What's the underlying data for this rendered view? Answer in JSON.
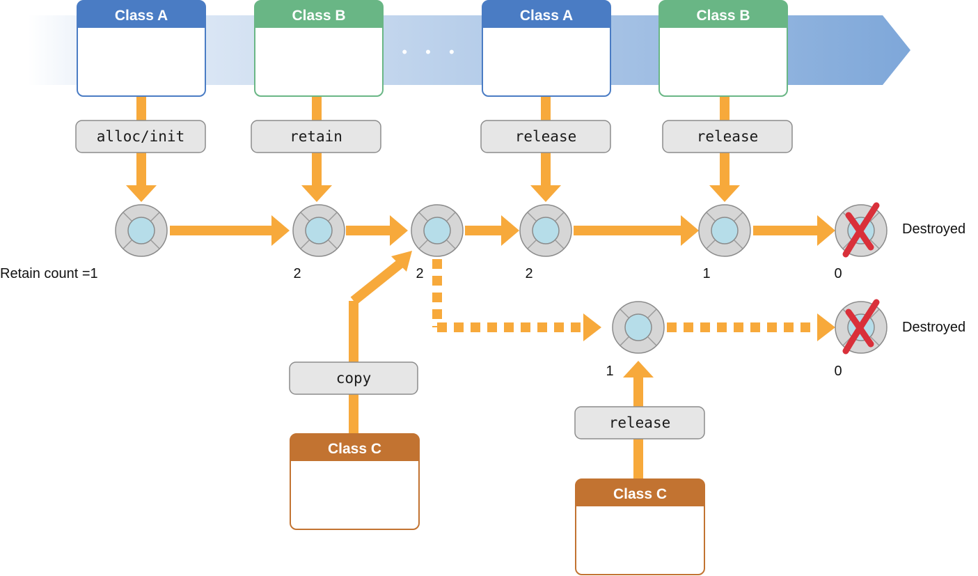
{
  "colors": {
    "classA": "#4a7cc4",
    "classB": "#69b685",
    "classC": "#c27331",
    "arrow": "#f7a93b",
    "methodFill": "#e6e6e6",
    "methodStroke": "#8c8c8c",
    "nodeOuter": "#d6d6d6",
    "nodeInner": "#b6dde9",
    "cross": "#d9303a",
    "band": "#7ea7d9"
  },
  "timeline": {
    "ellipsis": "• • •"
  },
  "classes": [
    {
      "id": "class-a-1",
      "title": "Class A",
      "kind": "classA"
    },
    {
      "id": "class-b-1",
      "title": "Class B",
      "kind": "classB"
    },
    {
      "id": "class-a-2",
      "title": "Class A",
      "kind": "classA"
    },
    {
      "id": "class-b-2",
      "title": "Class B",
      "kind": "classB"
    },
    {
      "id": "class-c-1",
      "title": "Class C",
      "kind": "classC"
    },
    {
      "id": "class-c-2",
      "title": "Class C",
      "kind": "classC"
    }
  ],
  "methods": [
    {
      "id": "alloc-init",
      "label": "alloc/init"
    },
    {
      "id": "retain",
      "label": "retain"
    },
    {
      "id": "release-1",
      "label": "release"
    },
    {
      "id": "release-2",
      "label": "release"
    },
    {
      "id": "copy",
      "label": "copy"
    },
    {
      "id": "release-3",
      "label": "release"
    }
  ],
  "objects": [
    {
      "id": "obj-1",
      "count": "Retain count =1",
      "destroyed": false
    },
    {
      "id": "obj-2",
      "count": "2",
      "destroyed": false
    },
    {
      "id": "obj-3",
      "count": "2",
      "destroyed": false
    },
    {
      "id": "obj-4",
      "count": "2",
      "destroyed": false
    },
    {
      "id": "obj-5",
      "count": "1",
      "destroyed": false
    },
    {
      "id": "obj-6",
      "count": "0",
      "destroyed": true,
      "status": "Destroyed"
    },
    {
      "id": "obj-7",
      "count": "1",
      "destroyed": false
    },
    {
      "id": "obj-8",
      "count": "0",
      "destroyed": true,
      "status": "Destroyed"
    }
  ]
}
